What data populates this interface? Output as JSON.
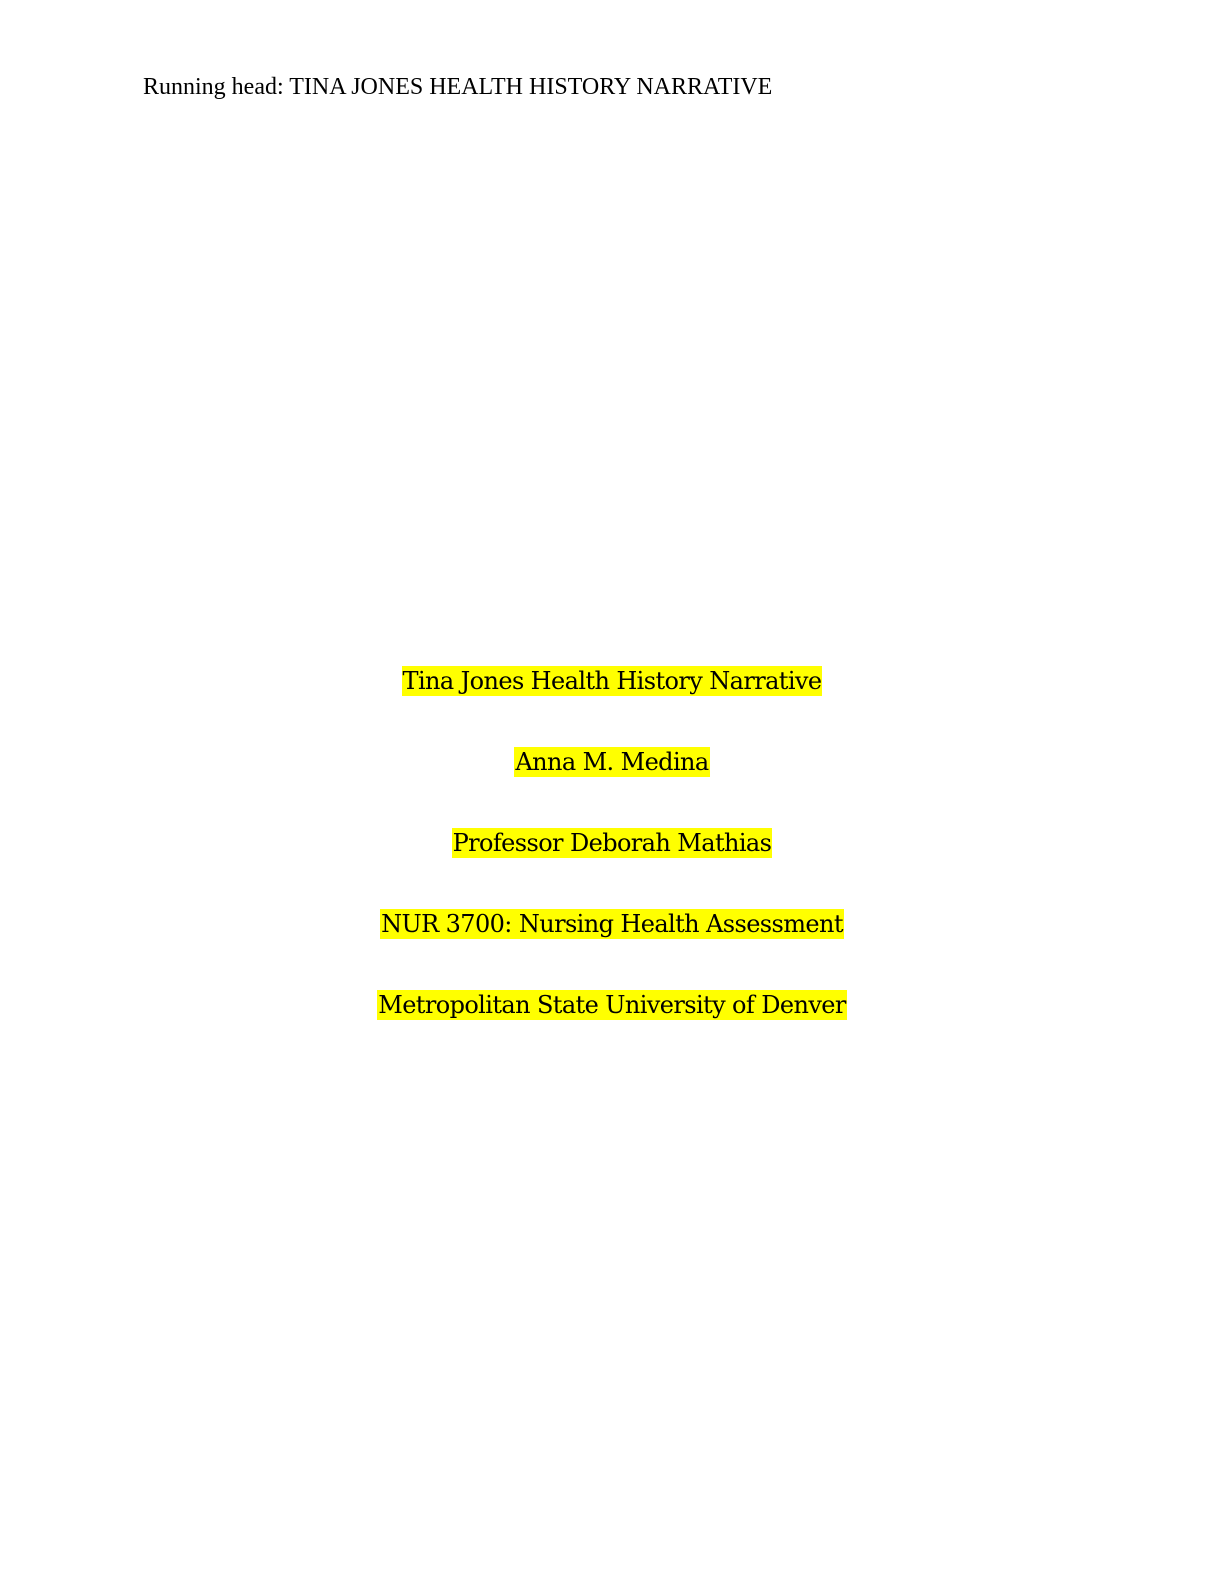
{
  "header": {
    "running_head": "Running head: TINA JONES HEALTH HISTORY NARRATIVE"
  },
  "title_page": {
    "title": "Tina Jones Health History Narrative",
    "author": "Anna M. Medina",
    "instructor": "Professor Deborah Mathias",
    "course": "NUR 3700: Nursing Health Assessment",
    "institution": "Metropolitan State University of Denver"
  },
  "colors": {
    "highlight": "#ffff00",
    "text": "#000000",
    "background": "#ffffff"
  }
}
